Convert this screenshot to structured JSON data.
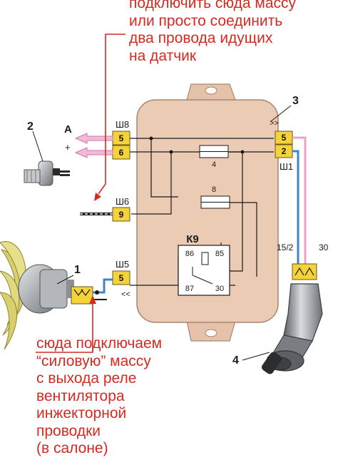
{
  "annotations": {
    "top": "подключить сюда массу\nили просто соединить\nдва провода идущих\nна датчик",
    "bottom": "сюда подключаем\n“силовую” массу\nс выхода реле\nвентилятора\nинжекторной\nпроводки\n(в салоне)"
  },
  "labels": {
    "sensor_number": "2",
    "block_number": "3",
    "fan_number": "1",
    "switch_number": "4",
    "terminal_a": "A",
    "terminal_plus": "+",
    "connector_sh8": "Ш8",
    "connector_sh6": "Ш6",
    "connector_sh5": "Ш5",
    "connector_sh1": "Ш1",
    "pin_sh8_top": "5",
    "pin_sh8_bottom": "6",
    "pin_sh6": "9",
    "pin_sh5": "5",
    "pin_sh1_top": "5",
    "pin_sh1_bottom": "2",
    "fuse_upper": "4",
    "fuse_lower": "8",
    "relay_name": "К9",
    "relay_pin_86": "86",
    "relay_pin_85": "85",
    "relay_pin_87": "87",
    "relay_pin_30": "30",
    "wire_15_2": "15/2",
    "wire_30": "30"
  },
  "colors": {
    "annotation": "#d42a22",
    "block_fill": "#eccbb4",
    "block_stroke": "#a8866e",
    "connector_fill": "#f3d23a",
    "wire_blue": "#3f86c9",
    "wire_pink": "#e9a3c7",
    "fan_blades": "#d8cf6e",
    "metal": "#9ea2a6"
  }
}
